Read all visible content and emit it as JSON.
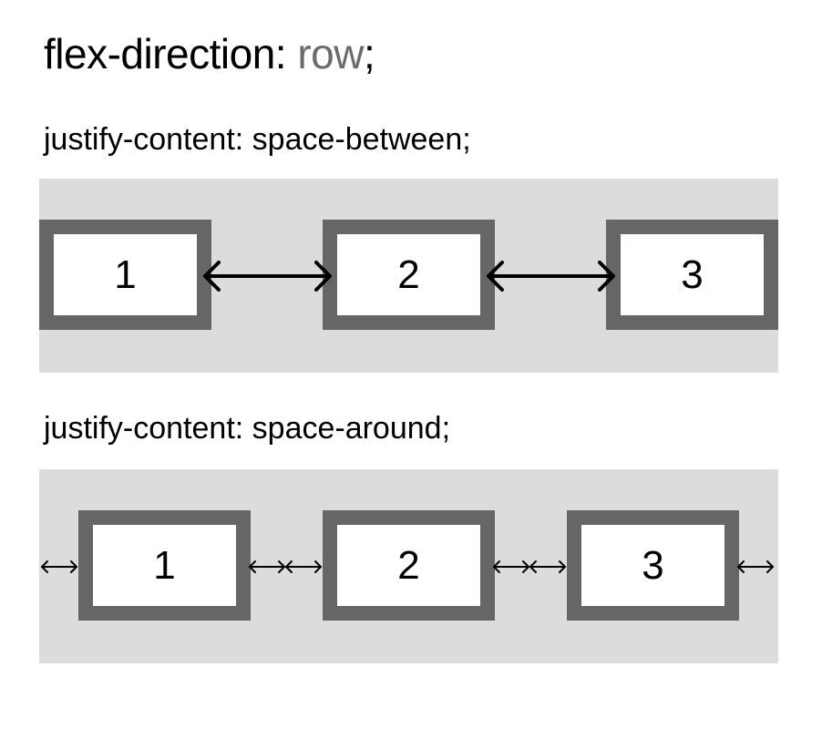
{
  "title": {
    "property": "flex-direction:",
    "value": "row",
    "semicolon": ";"
  },
  "sections": [
    {
      "label": "justify-content: space-between;",
      "items": [
        "1",
        "2",
        "3"
      ]
    },
    {
      "label": "justify-content: space-around;",
      "items": [
        "1",
        "2",
        "3"
      ]
    }
  ],
  "colors": {
    "container_bg": "#dcdcdc",
    "item_border": "#666666",
    "value_text": "#6b6b6b"
  }
}
